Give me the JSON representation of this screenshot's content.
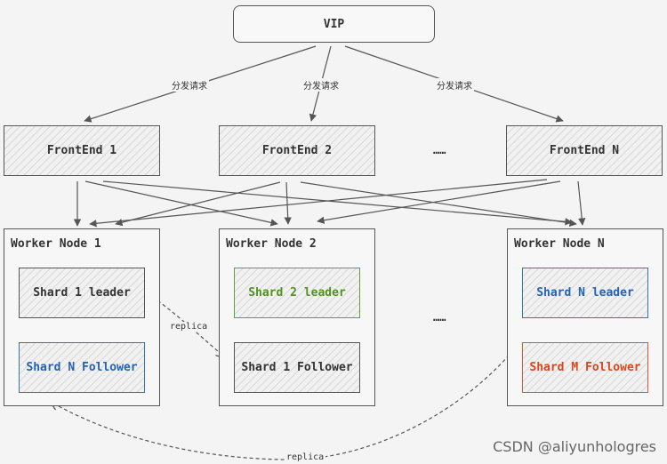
{
  "vip": {
    "label": "VIP"
  },
  "dispatch_labels": [
    "分发请求",
    "分发请求",
    "分发请求"
  ],
  "frontends": {
    "fe1": "FrontEnd 1",
    "fe2": "FrontEnd 2",
    "ellipsis": "……",
    "feN": "FrontEnd N"
  },
  "workers": {
    "w1": {
      "title": "Worker Node 1",
      "leader": "Shard 1 leader",
      "follower": "Shard N Follower"
    },
    "w2": {
      "title": "Worker Node 2",
      "leader": "Shard 2 leader",
      "follower": "Shard 1 Follower"
    },
    "ellipsis": "……",
    "wN": {
      "title": "Worker Node N",
      "leader": "Shard N leader",
      "follower": "Shard M Follower"
    }
  },
  "replica_labels": {
    "top": "replica",
    "bottom": "replica"
  },
  "colors": {
    "blue": "#2f73c9",
    "green": "#62a032",
    "orange": "#e0552b"
  },
  "watermark": "CSDN @aliyunhologres"
}
